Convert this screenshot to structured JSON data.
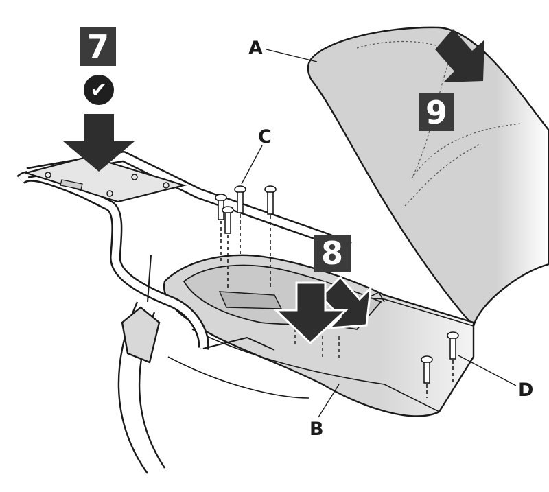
{
  "steps": {
    "step7": "7",
    "step8": "8",
    "step9": "9"
  },
  "status_icon": "checkmark-icon",
  "check_glyph": "✔",
  "callouts": {
    "a": "A",
    "b": "B",
    "c": "C",
    "d": "D"
  },
  "colors": {
    "badge": "#3b3b3b",
    "arrow": "#2e2e2e",
    "part_fill": "#d4d4d4",
    "outline": "#1a1a1a"
  }
}
